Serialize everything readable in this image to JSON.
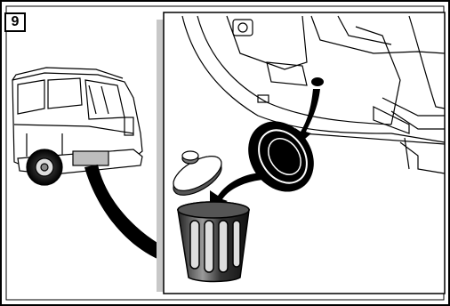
{
  "step": {
    "number": "9"
  },
  "colors": {
    "line": "#000000",
    "shadow": "#c8c8c8",
    "background": "#ffffff"
  },
  "illustration": {
    "subjects": [
      "minivan-rear-view",
      "bumper-closeup",
      "rubber-plug",
      "plug-cap",
      "trash-bin"
    ],
    "icons": [
      "arrow-icon",
      "trash-bin-icon"
    ]
  }
}
